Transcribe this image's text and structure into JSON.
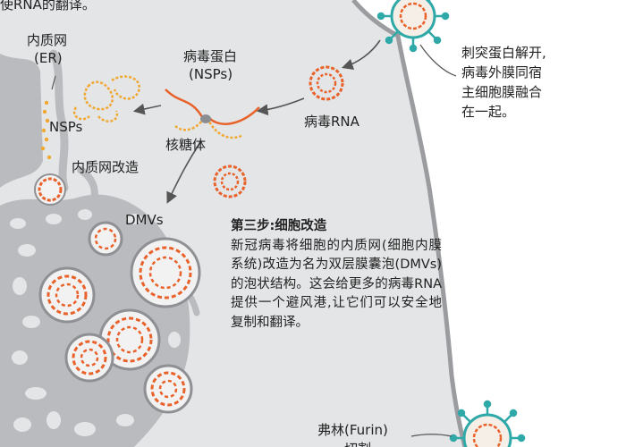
{
  "top_fragment": "使RNA的翻译。",
  "labels": {
    "er": "内质网",
    "er_abbr": "(ER)",
    "nsps_left": "NSPs",
    "viral_protein": "病毒蛋白",
    "viral_protein_abbr": "(NSPs)",
    "ribosome": "核糖体",
    "viral_rna": "病毒RNA",
    "er_modification": "内质网改造",
    "dmvs": "DMVs",
    "furin": "弗林(Furin)",
    "furin_cut": "切割"
  },
  "membrane_fusion": {
    "lines": [
      "刺突蛋白解开,",
      "病毒外膜同宿",
      "主细胞膜融合",
      "在一起。"
    ]
  },
  "step3": {
    "title": "第三步:细胞改造",
    "body": "新冠病毒将细胞的内质网(细胞内膜系统)改造为名为双层膜囊泡(DMVs)的泡状结构。这会给更多的病毒RNA 提供一个避风港,让它们可以安全地复制和翻译。"
  },
  "colors": {
    "cell_interior": "#e4e5e7",
    "membrane": "#9a9c9f",
    "er_network": "#b9bbbe",
    "rna_orange": "#e8622a",
    "nsp_yellow": "#f0a830",
    "spike_teal": "#2fa8a8",
    "arrow": "#555555"
  }
}
